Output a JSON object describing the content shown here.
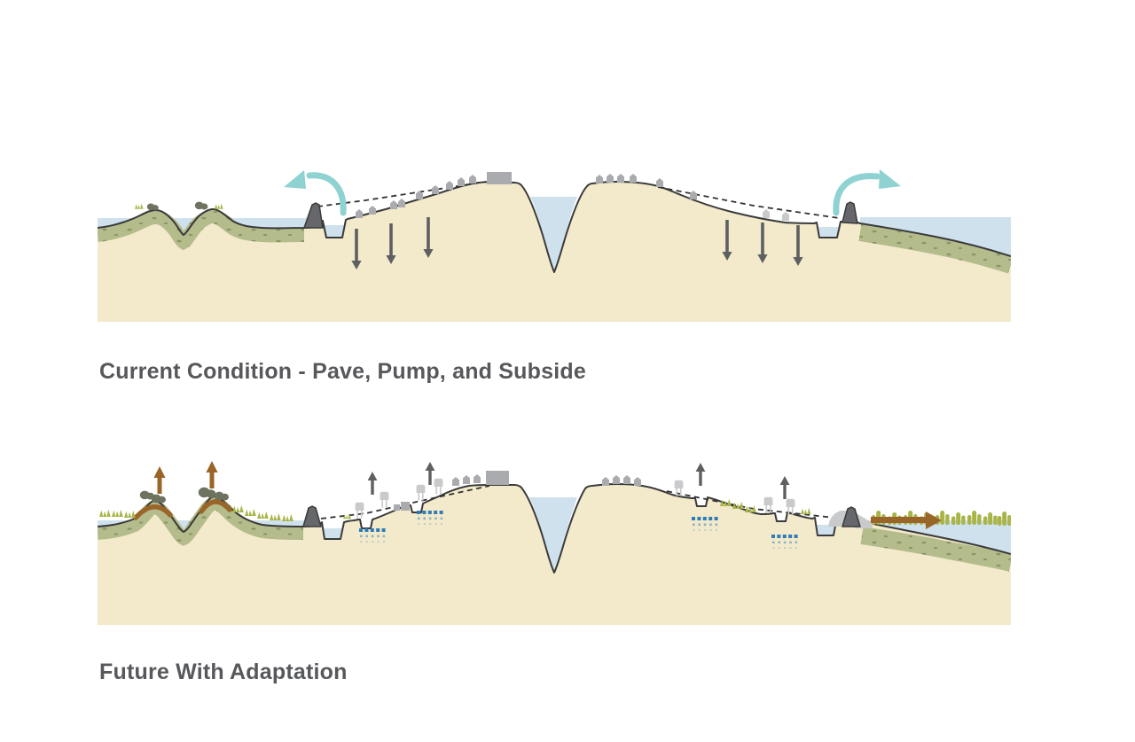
{
  "panels": [
    {
      "id": "current-condition",
      "title": "Current Condition - Pave, Pump, and Subside",
      "features": [
        "open-water",
        "tule-marsh-islands",
        "levee",
        "borrow-ditch",
        "subsided-farmland-with-houses",
        "town-on-natural-levee",
        "river-channel",
        "subsidence-down-arrows",
        "former-ground-dashed-line",
        "levee-overtopping-teal-arrows",
        "submerged-marsh-plain"
      ]
    },
    {
      "id": "future-with-adaptation",
      "title": "Future With Adaptation",
      "features": [
        "restored-tidal-marsh",
        "sediment-accretion-brown-arrows",
        "marsh-vegetation",
        "levee-with-buttress",
        "borrow-ditch",
        "elevated-houses-on-stilts",
        "groundwater-recharge-dots",
        "uplift-arrows",
        "river-channel",
        "sediment-supply-brown-arrow",
        "vegetated-marsh-plain"
      ]
    }
  ],
  "colors": {
    "sand": "#F3EACC",
    "line": "#3A3A3A",
    "water": "#CEE1ED",
    "marsh": "#B5BC8C",
    "speckle": "#848E60",
    "grass": "#A9B548",
    "shrub": "#6E7360",
    "brown": "#9A6528",
    "levee": "#65676A",
    "bldg": "#A9ABAE",
    "bldg-light": "#C9CACC",
    "arrow-dark": "#5E5F61",
    "teal": "#8FD2D2",
    "blue": "#2E7CB8",
    "title": "#57585B",
    "bg": "#FFFFFF"
  }
}
